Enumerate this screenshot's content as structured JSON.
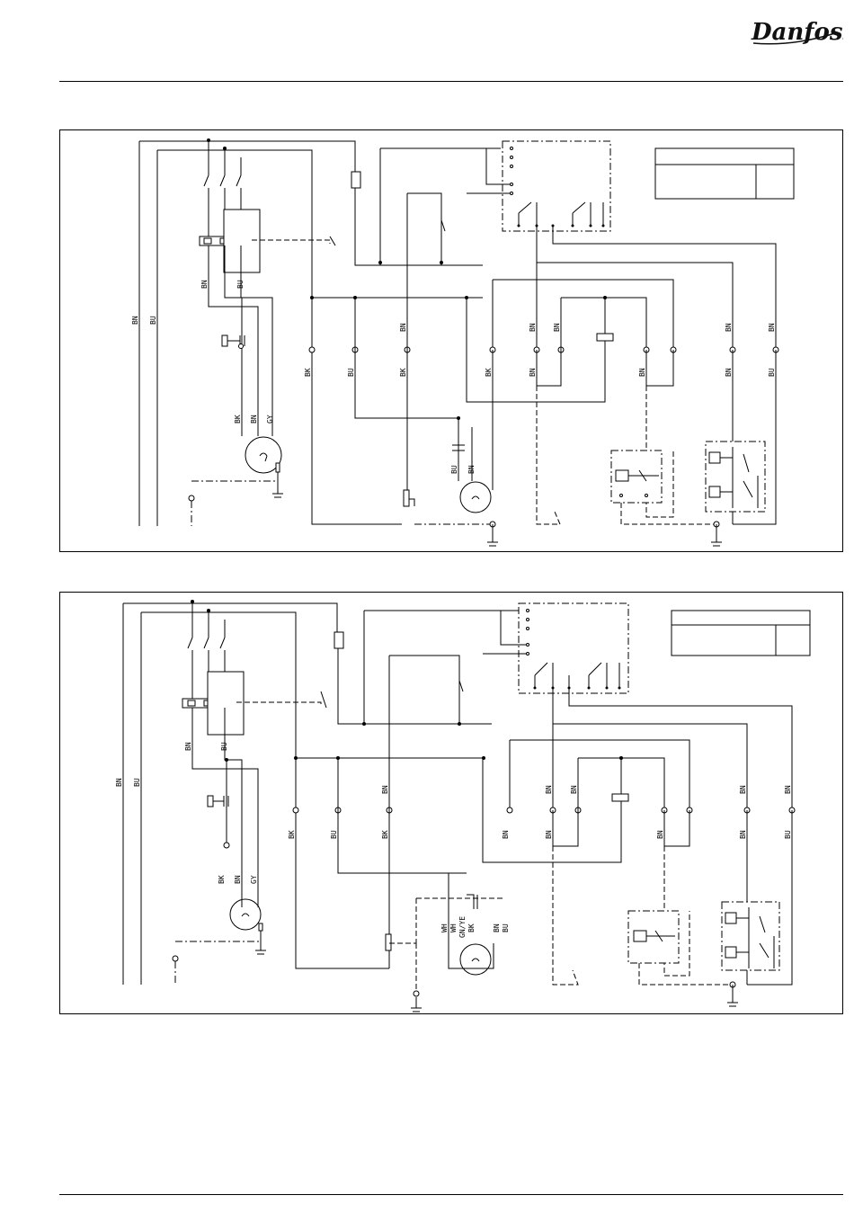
{
  "brand": {
    "logo_text": "Danfoss"
  },
  "diagram1": {
    "wire_labels": {
      "bn_top": "BN",
      "bu_top": "BU",
      "bn_main": "BN",
      "bu_main": "BU",
      "bk_1": "BK",
      "bu_1": "BU",
      "bn_1": "BN",
      "bk_2": "BK",
      "bk_3": "BK",
      "bn_2": "BN",
      "bn_3": "BN",
      "bn_4": "BN",
      "bn_5": "BN",
      "bn_6": "BN",
      "bn_7": "BN",
      "bu_2": "BU",
      "motor_bk": "BK",
      "motor_bn": "BN",
      "motor_gy": "GY",
      "fan_bu": "BU",
      "fan_bn": "BN"
    }
  },
  "diagram2": {
    "wire_labels": {
      "bn_top": "BN",
      "bu_top": "BU",
      "bn_main": "BN",
      "bu_main": "BU",
      "bk_1": "BK",
      "bu_1": "BU",
      "bn_1": "BN",
      "bk_2": "BK",
      "bn_2": "BN",
      "bn_3": "BN",
      "bn_4": "BN",
      "bn_5": "BN",
      "bn_6": "BN",
      "bn_7": "BN",
      "bu_2": "BU",
      "bn_8": "BN",
      "motor_bk": "BK",
      "motor_bn": "BN",
      "motor_gy": "GY",
      "fan_wh1": "WH",
      "fan_wh2": "WH",
      "fan_gnye": "GN/YE",
      "fan_bk": "BK",
      "fan_bn": "BN",
      "fan_bu": "BU"
    }
  }
}
